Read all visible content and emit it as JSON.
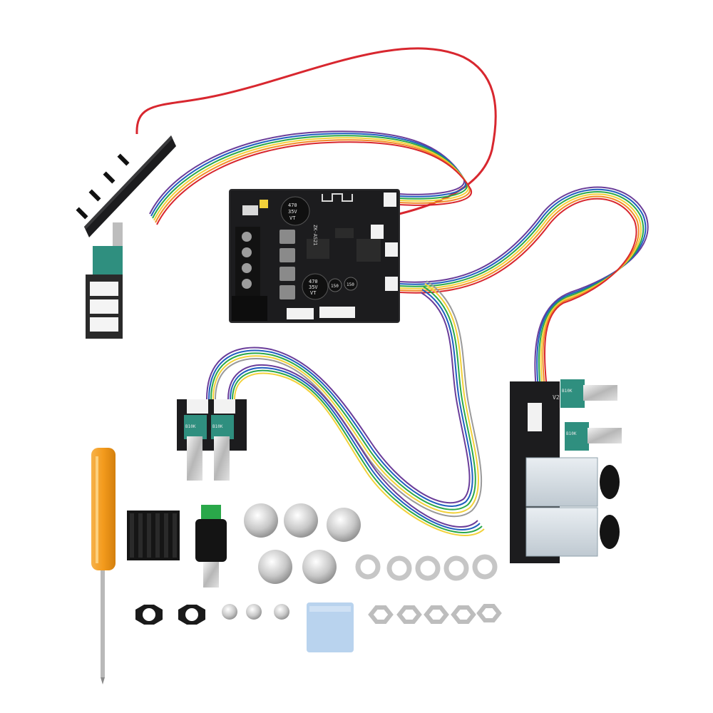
{
  "scene": {
    "background": "#ffffff",
    "colors": {
      "pcb": "#1c1c1e",
      "pcb_edge": "#2c2c2e",
      "copper": "#d9d9d9",
      "red_wire": "#d8272f",
      "pot_green": "#2f8f7f",
      "screwdriver_handle": "#f39a1c",
      "silver": "#c9c9c9",
      "thermal_pad": "#b9d3ee",
      "rainbow": [
        "#6a3d9a",
        "#1f5fbf",
        "#2aa84a",
        "#f2d13a",
        "#f28c28",
        "#d8272f",
        "#8b4513",
        "#9a9a9a"
      ]
    },
    "main_board": {
      "capacitor_top": [
        "470",
        "35V",
        "VT"
      ],
      "capacitor_bottom": [
        "470",
        "35V",
        "VT"
      ],
      "capacitor_small_a": "150",
      "capacitor_small_b": "150",
      "model_text": "ZK-AS21"
    },
    "tone_board": {
      "label": "V2",
      "knob_labels": [
        "B10K",
        "B10K"
      ]
    },
    "dual_pot": {
      "labels": [
        "B10K",
        "B10K"
      ]
    }
  }
}
